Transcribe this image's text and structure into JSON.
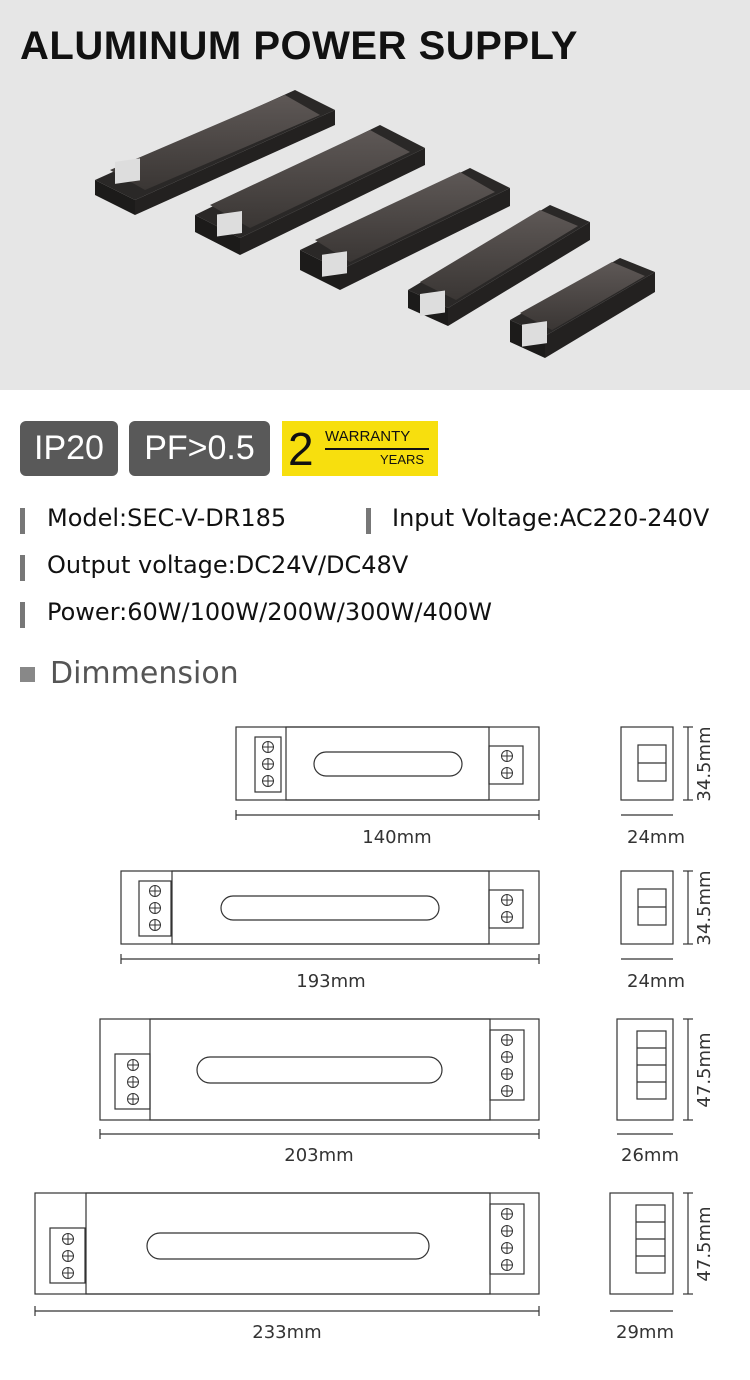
{
  "title": "ALUMINUM POWER SUPPLY",
  "badges": {
    "ip": "IP20",
    "pf": "PF>0.5",
    "warranty": {
      "number": "2",
      "label": "WARRANTY",
      "unit": "YEARS",
      "color": "#f7df0e"
    }
  },
  "specs": {
    "model": "Model:SEC-V-DR185",
    "input": "Input Voltage:AC220-240V",
    "output": "Output voltage:DC24V/DC48V",
    "power": "Power:60W/100W/200W/300W/400W"
  },
  "dimension_heading": "Dimmension",
  "drawings": [
    {
      "length": "140mm",
      "width": "24mm",
      "height": "34.5mm"
    },
    {
      "length": "193mm",
      "width": "24mm",
      "height": "34.5mm"
    },
    {
      "length": "203mm",
      "width": "26mm",
      "height": "47.5mm"
    },
    {
      "length": "233mm",
      "width": "29mm",
      "height": "47.5mm"
    }
  ]
}
